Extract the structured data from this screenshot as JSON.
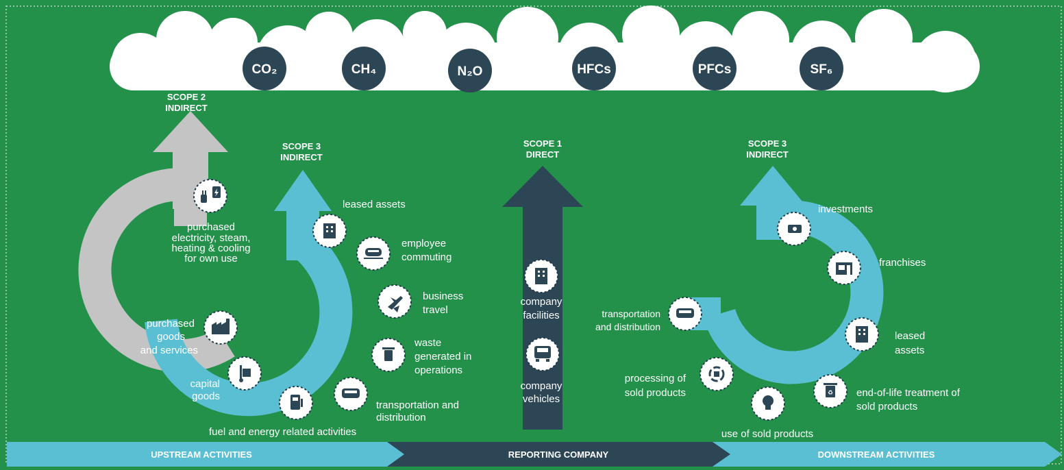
{
  "gases": [
    "CO₂",
    "CH₄",
    "N₂O",
    "HFCs",
    "PFCs",
    "SF₆"
  ],
  "scopes": {
    "scope2": {
      "line1": "SCOPE 2",
      "line2": "INDIRECT"
    },
    "scope3_up": {
      "line1": "SCOPE 3",
      "line2": "INDIRECT"
    },
    "scope1": {
      "line1": "SCOPE 1",
      "line2": "DIRECT"
    },
    "scope3_down": {
      "line1": "SCOPE 3",
      "line2": "INDIRECT"
    }
  },
  "scope2_items": {
    "electricity": [
      "purchased",
      "electricity, steam,",
      "heating & cooling",
      "for own use"
    ]
  },
  "upstream_items": {
    "leased_assets": [
      "leased assets"
    ],
    "employee_commuting": [
      "employee",
      "commuting"
    ],
    "business_travel": [
      "business",
      "travel"
    ],
    "waste": [
      "waste",
      "generated in",
      "operations"
    ],
    "transportation": [
      "transportation and",
      "distribution"
    ],
    "fuel_energy": [
      "fuel and energy related activities"
    ],
    "capital_goods": [
      "capital",
      "goods"
    ],
    "purchased_goods": [
      "purchased",
      "goods",
      "and services"
    ]
  },
  "scope1_items": {
    "facilities": [
      "company",
      "facilities"
    ],
    "vehicles": [
      "company",
      "vehicles"
    ]
  },
  "downstream_items": {
    "investments": [
      "investments"
    ],
    "franchises": [
      "franchises"
    ],
    "leased_assets": [
      "leased",
      "assets"
    ],
    "end_of_life": [
      "end-of-life treatment of",
      "sold products"
    ],
    "use_of_sold": [
      "use of sold products"
    ],
    "processing": [
      "processing of",
      "sold products"
    ],
    "transportation": [
      "transportation",
      "and distribution"
    ]
  },
  "bottom_bar": {
    "upstream": "UPSTREAM ACTIVITIES",
    "reporting": "REPORTING COMPANY",
    "downstream": "DOWNSTREAM ACTIVITIES"
  },
  "colors": {
    "background": "#24914b",
    "navy": "#2d4656",
    "light_blue": "#5bbfd4",
    "grey": "#c4c4c4",
    "white": "#ffffff"
  }
}
